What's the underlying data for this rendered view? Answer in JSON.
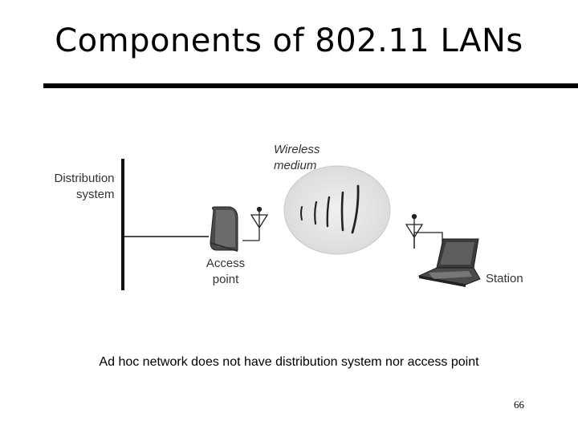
{
  "slide": {
    "title": "Components of 802.11 LANs",
    "caption": "Ad hoc network does not have distribution system nor access point",
    "page_number": "66"
  },
  "diagram": {
    "labels": {
      "distribution_line1": "Distribution",
      "distribution_line2": "system",
      "wireless_line1": "Wireless",
      "wireless_line2": "medium",
      "access_line1": "Access",
      "access_line2": "point",
      "station": "Station"
    }
  }
}
